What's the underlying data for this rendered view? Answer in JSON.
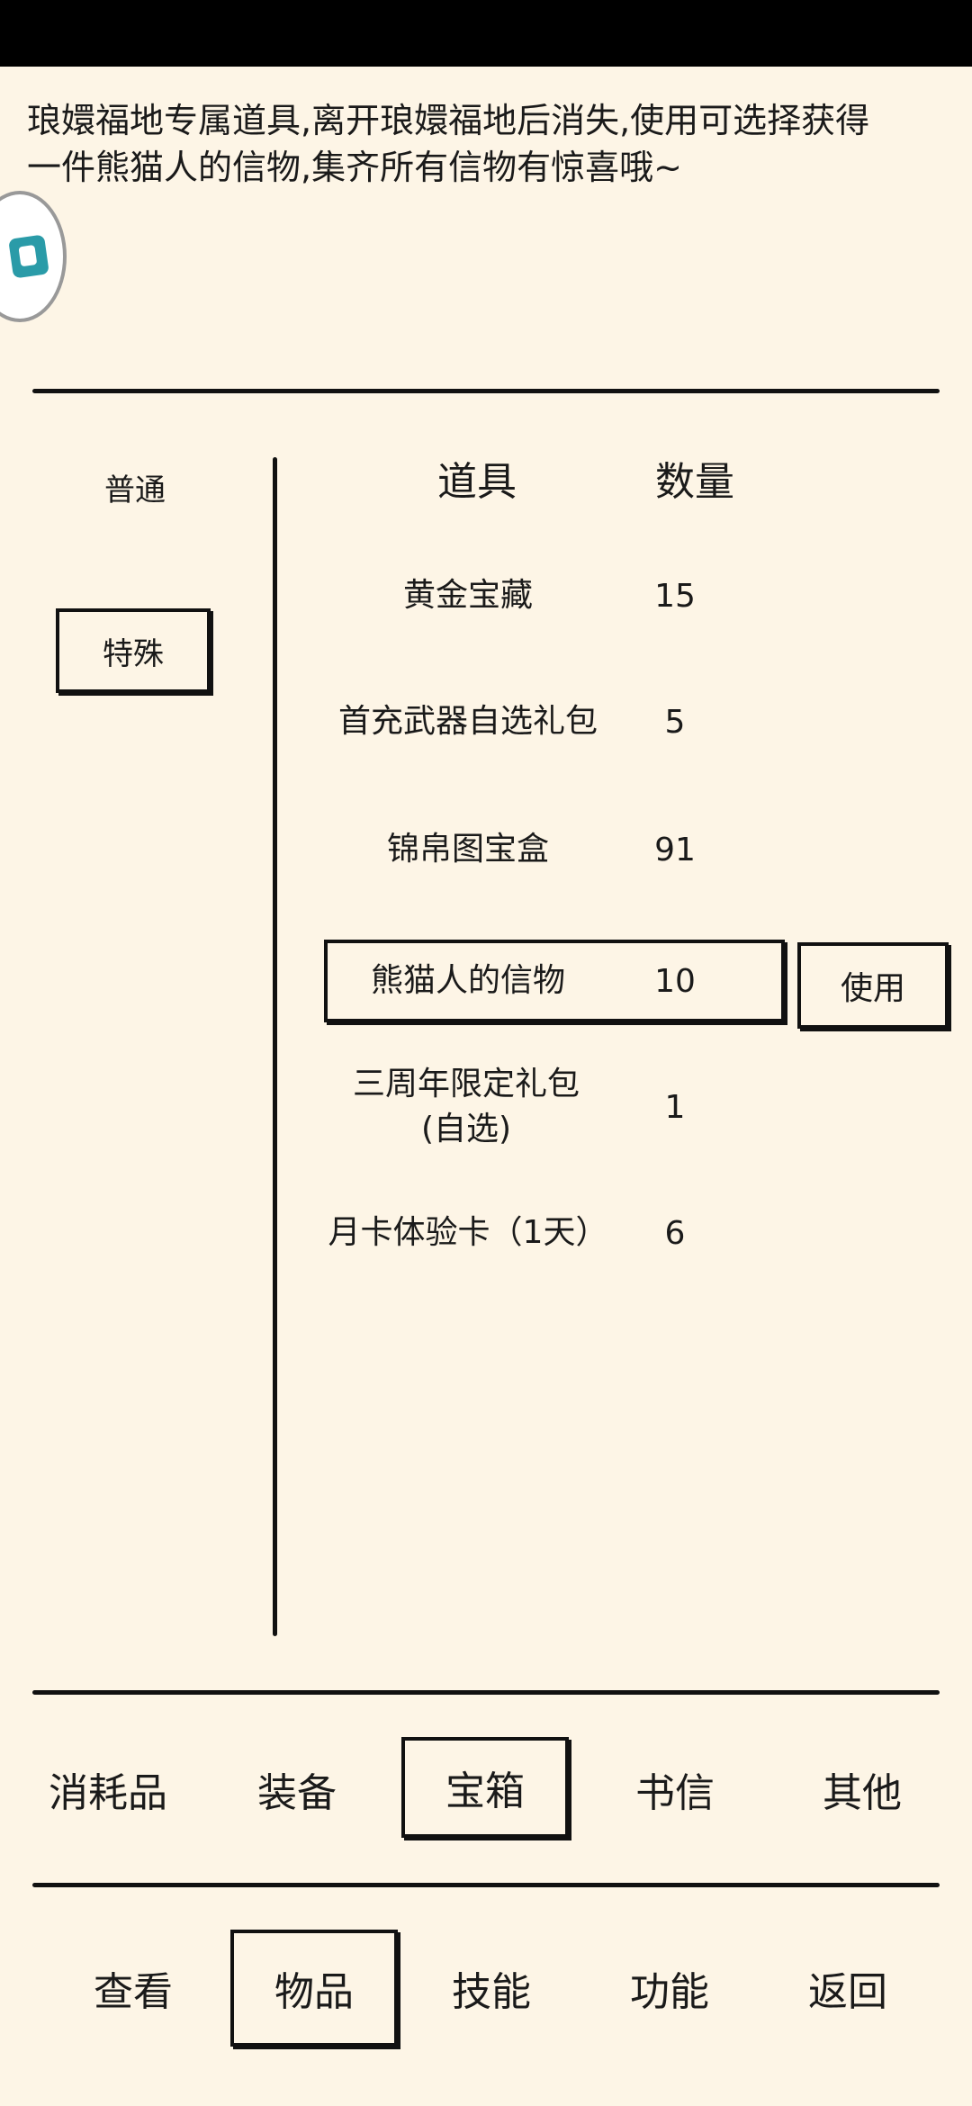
{
  "description": {
    "line1": "琅嬛福地专属道具,离开琅嬛福地后消失,使用可选择获得",
    "line2": "一件熊猫人的信物,集齐所有信物有惊喜哦~"
  },
  "categories": [
    {
      "label": "普通",
      "selected": false
    },
    {
      "label": "特殊",
      "selected": true
    }
  ],
  "table": {
    "headers": {
      "item": "道具",
      "quantity": "数量"
    },
    "rows": [
      {
        "name": "黄金宝藏",
        "qty": "15"
      },
      {
        "name": "首充武器自选礼包",
        "qty": "5"
      },
      {
        "name": "锦帛图宝盒",
        "qty": "91"
      },
      {
        "name": "熊猫人的信物",
        "qty": "10",
        "selected": true
      },
      {
        "name": "三周年限定礼包(自选)",
        "qty": "1"
      },
      {
        "name": "月卡体验卡（1天）",
        "qty": "6"
      }
    ],
    "use_label": "使用"
  },
  "item_tabs": [
    {
      "label": "消耗品"
    },
    {
      "label": "装备"
    },
    {
      "label": "宝箱",
      "selected": true
    },
    {
      "label": "书信"
    },
    {
      "label": "其他"
    }
  ],
  "nav_tabs": [
    {
      "label": "查看"
    },
    {
      "label": "物品",
      "selected": true
    },
    {
      "label": "技能"
    },
    {
      "label": "功能"
    },
    {
      "label": "返回"
    }
  ],
  "colors": {
    "background": "#fdf5e6",
    "ink": "#111111",
    "bubble_accent": "#2a9ba8"
  },
  "icons": {
    "floating_bubble": "app-badge-icon"
  }
}
